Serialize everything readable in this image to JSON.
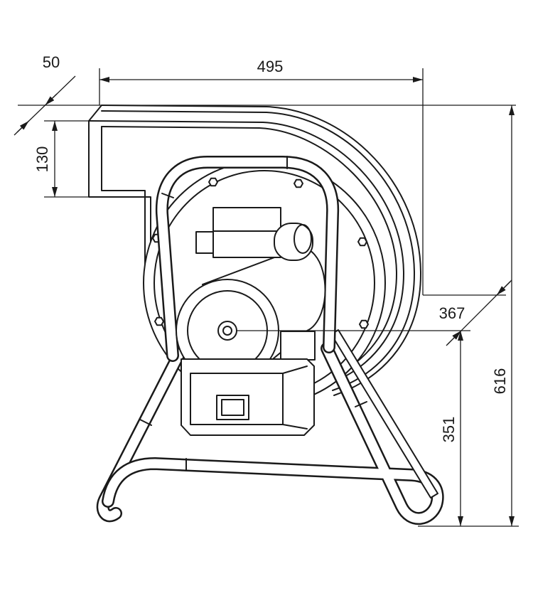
{
  "dimensions": {
    "overall_width": "495",
    "flange_depth": "50",
    "outlet_height": "130",
    "outlet_offset": "367",
    "overall_height": "616",
    "shaft_height": "351"
  }
}
